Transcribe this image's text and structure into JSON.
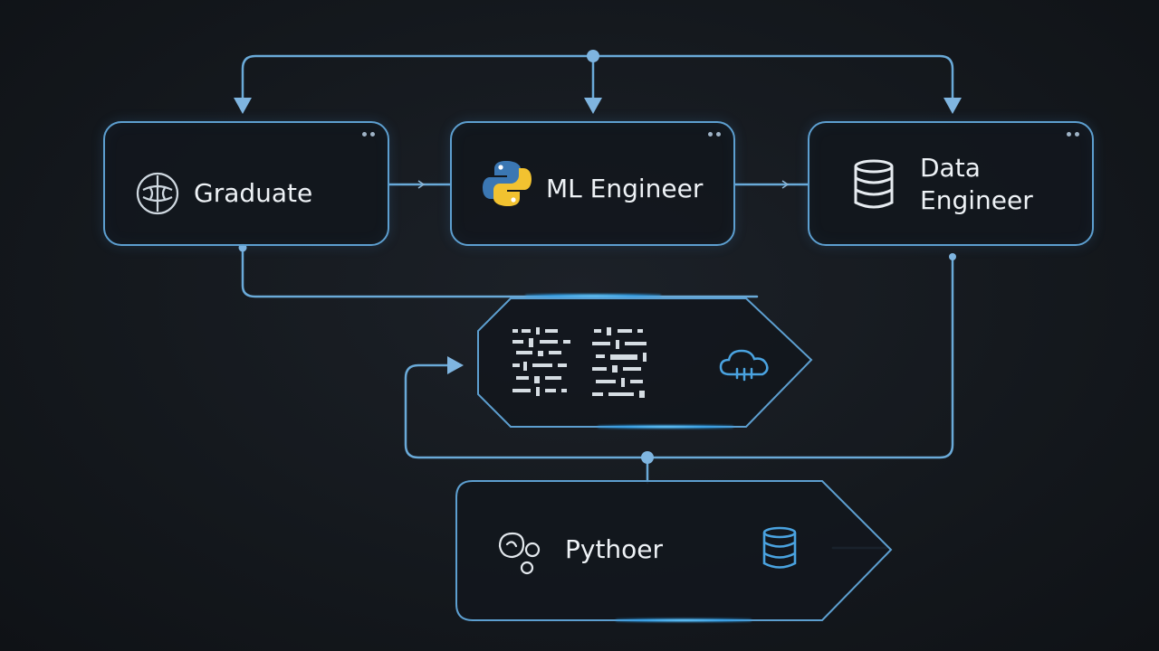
{
  "nodes": {
    "graduate": {
      "label": "Graduate",
      "icon": "brain-icon"
    },
    "ml_engineer": {
      "label": "ML Engineer",
      "icon": "python-logo-icon"
    },
    "data_engineer": {
      "label_line1": "Data",
      "label_line2": "Engineer",
      "icon": "database-icon"
    },
    "middle": {
      "icons": [
        "code-snippet-icon",
        "cloud-icon"
      ]
    },
    "pythoer": {
      "label": "Pythoer",
      "icon": "brain-icon",
      "icon_right": "database-icon"
    }
  },
  "colors": {
    "background": "#14181d",
    "line": "#5d9fd0",
    "glow": "#3aa8f0",
    "text": "#eef2f6",
    "accent_blue": "#4aa3e0",
    "python_blue": "#3b77b3",
    "python_yellow": "#f2c230"
  }
}
